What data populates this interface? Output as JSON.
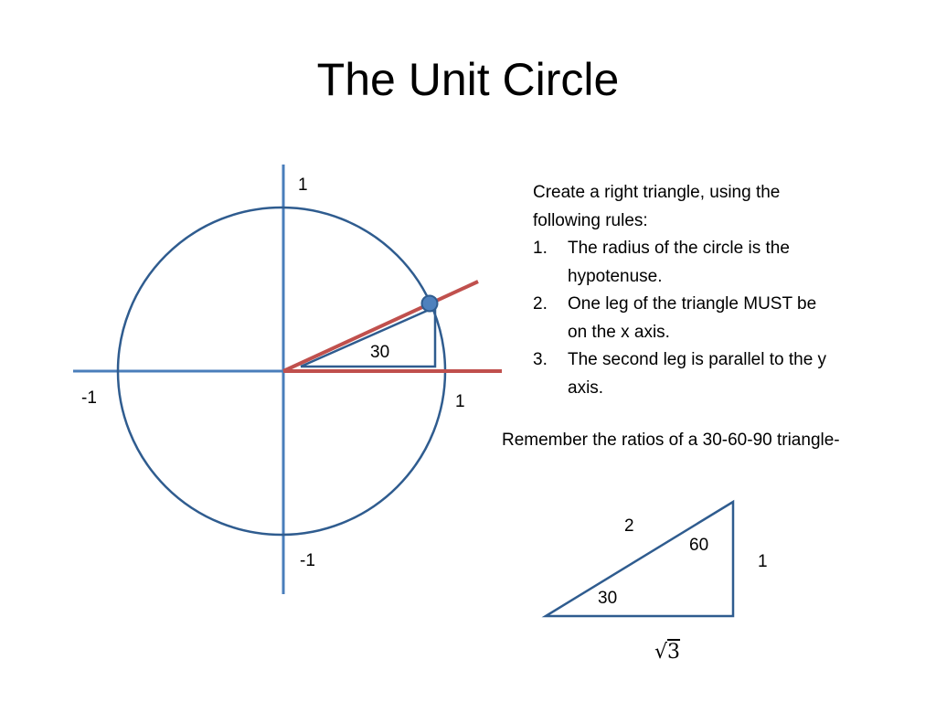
{
  "slide": {
    "title": "The Unit Circle"
  },
  "unit_circle": {
    "axis_labels": {
      "y_top": "1",
      "y_bottom": "-1",
      "x_left": "-1",
      "x_right": "1"
    },
    "angle_label": "30",
    "angle_degrees": 30,
    "colors": {
      "circle": "#2F5C8F",
      "axes": "#4A7EBB",
      "ray": "#C0504D",
      "point_fill": "#4F81BD",
      "point_stroke": "#2F5C8F"
    }
  },
  "instructions": {
    "intro": "Create a right triangle, using the following rules:",
    "rules": [
      "The radius of the circle is the hypotenuse.",
      "One leg of the triangle MUST be on the x axis.",
      "The second leg is parallel to the y axis."
    ]
  },
  "reminder": {
    "text": "Remember the ratios of a 30-60-90 triangle-"
  },
  "ratio_triangle": {
    "hypotenuse": "2",
    "short_leg": "1",
    "long_leg_radicand": "3",
    "angle_small": "30",
    "angle_large": "60",
    "color": "#2F5C8F"
  }
}
